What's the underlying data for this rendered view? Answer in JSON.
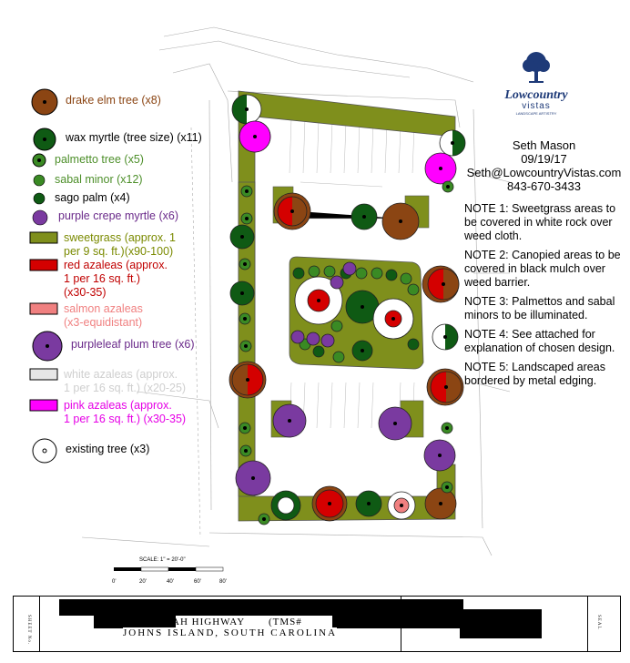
{
  "legend": [
    {
      "label": "drake elm tree (x8)",
      "color": "#8B4513",
      "swatch": "drake-elm"
    },
    {
      "label": "wax myrtle (tree size) (x11)",
      "color": "#000000",
      "swatch": "wax-myrtle"
    },
    {
      "label": "palmetto tree (x5)",
      "color": "#4d8f2a",
      "swatch": "palmetto"
    },
    {
      "label": "sabal minor (x12)",
      "color": "#4d8f2a",
      "swatch": "sabal"
    },
    {
      "label": "sago palm (x4)",
      "color": "#000000",
      "swatch": "sago"
    },
    {
      "label": "purple crepe myrtle (x6)",
      "color": "#6a2a8a",
      "swatch": "crepe"
    },
    {
      "label": "sweetgrass (approx. 1 per 9 sq. ft.)(x90-100)",
      "lines": [
        "sweetgrass (approx. 1",
        "per 9 sq. ft.)(x90-100)"
      ],
      "color": "#7a8a00",
      "swatch": "sweetgrass"
    },
    {
      "label": "red azaleas (approx. 1 per 16 sq. ft.) (x30-35)",
      "lines": [
        "red azaleas (approx.",
        "1 per 16 sq. ft.)",
        "(x30-35)"
      ],
      "color": "#c00000",
      "swatch": "red-azalea"
    },
    {
      "label": "salmon azaleas (x3-equidistant)",
      "lines": [
        "salmon azaleas",
        "(x3-equidistant)"
      ],
      "color": "#f08080",
      "swatch": "salmon-azalea"
    },
    {
      "label": "purpleleaf plum tree (x6)",
      "color": "#6a2a8a",
      "swatch": "plum"
    },
    {
      "label": "white azaleas (approx. 1 per 16 sq. ft.) (x20-25)",
      "lines": [
        "white azaleas (approx.",
        "1 per 16 sq. ft.) (x20-25)"
      ],
      "color": "#e0e0e0",
      "swatch": "white-azalea"
    },
    {
      "label": "pink azaleas (approx. 1 per 16 sq. ft.) (x30-35)",
      "lines": [
        "pink azaleas (approx.",
        "1 per 16 sq. ft.) (x30-35)"
      ],
      "color": "#e600e6",
      "swatch": "pink-azalea"
    },
    {
      "label": "existing tree (x3)",
      "color": "#000000",
      "swatch": "existing"
    }
  ],
  "designer": {
    "name": "Seth Mason",
    "date": "09/19/17",
    "email": "Seth@LowcountryVistas.com",
    "phone": "843-670-3433"
  },
  "logo": {
    "brand": "Lowcountry",
    "sub": "vistas",
    "tagline": "LANDSCAPE ARTISTRY"
  },
  "notes": [
    "NOTE 1: Sweetgrass areas to be covered in white rock over weed cloth.",
    "NOTE 2: Canopied areas to be covered in black mulch over weed barrier.",
    "NOTE 3: Palmettos and sabal minors to be illuminated.",
    "NOTE 4: See attached for explanation of chosen design.",
    "NOTE 5: Landscaped areas bordered by metal edging."
  ],
  "scale": {
    "label": "SCALE: 1\" = 20'-0\"",
    "ticks": [
      "0'",
      "20'",
      "40'",
      "60'",
      "80'"
    ]
  },
  "titleblock": {
    "road": "SAVANNAH HIGHWAY",
    "tms": "(TMS#",
    "location": "JOHNS ISLAND, SOUTH CAROLINA",
    "sheet": "SHEET No.",
    "seal": "SEAL"
  },
  "colors": {
    "grass": "#7f8f1c",
    "elm": "#8B4513",
    "red": "#d40000",
    "pink": "#ff00ff",
    "purple": "#7a3aa0",
    "darkgreen": "#0f5a14",
    "green": "#3a8a24"
  }
}
